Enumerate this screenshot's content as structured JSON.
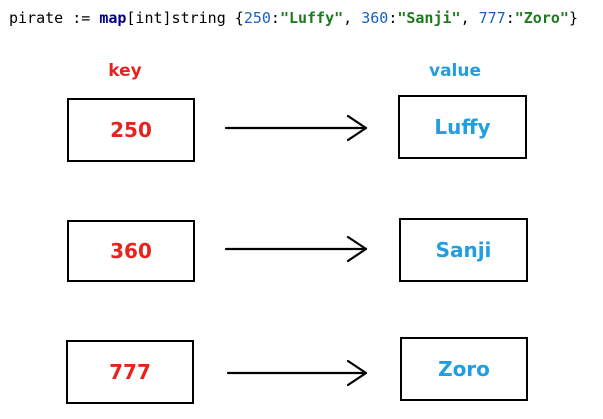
{
  "code": {
    "var": "pirate",
    "op": " := ",
    "kw": "map",
    "type": "[int]string ",
    "open": "{",
    "k1": "250",
    "v1": "\"Luffy\"",
    "k2": "360",
    "v2": "\"Sanji\"",
    "k3": "777",
    "v3": "\"Zoro\"",
    "close": "}"
  },
  "headers": {
    "key": "key",
    "value": "value"
  },
  "rows": [
    {
      "key": "250",
      "value": "Luffy"
    },
    {
      "key": "360",
      "value": "Sanji"
    },
    {
      "key": "777",
      "value": "Zoro"
    }
  ],
  "colors": {
    "key": "#e8231f",
    "value": "#1f9ee0",
    "keyword": "#00008b",
    "number": "#1c5fbf",
    "string": "#1e7a1e"
  }
}
